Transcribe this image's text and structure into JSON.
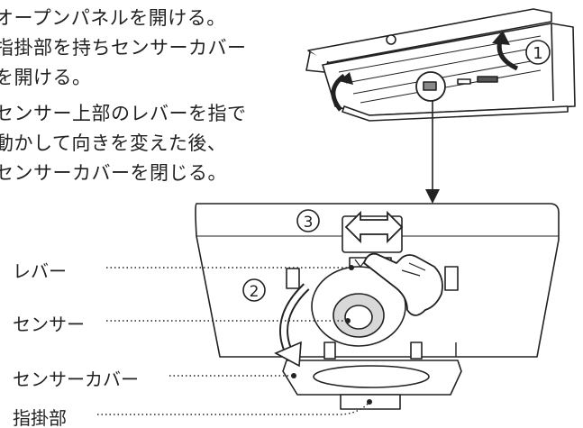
{
  "instructions": [
    "オープンパネルを開ける。",
    "指掛部を持ちセンサーカバー",
    "を開ける。",
    "センサー上部のレバーを指で",
    "動かして向きを変えた後、",
    "センサーカバーを閉じる。"
  ],
  "step_markers": [
    "①",
    "②",
    "③"
  ],
  "callouts": {
    "lever": "レバー",
    "sensor": "センサー",
    "sensor_cover": "センサーカバー",
    "finger_grip": "指掛部"
  },
  "colors": {
    "line": "#222222",
    "arrow_fill": "#ffffff",
    "background": "#ffffff"
  }
}
